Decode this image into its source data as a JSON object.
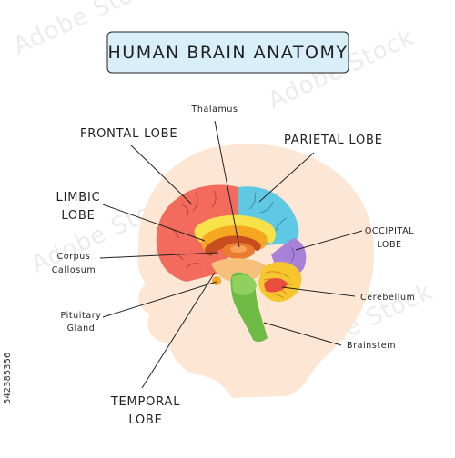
{
  "title": "HUMAN BRAIN ANATOMY",
  "stock_id": "542385356",
  "labels": {
    "frontal_lobe": "FRONTAL LOBE",
    "parietal_lobe": "PARIETAL LOBE",
    "thalamus": "Thalamus",
    "limbic_line1": "LIMBIC",
    "limbic_line2": "LOBE",
    "occipital_line1": "OCCIPITAL",
    "occipital_line2": "LOBE",
    "corpus_line1": "Corpus",
    "corpus_line2": "Callosum",
    "cerebellum": "Cerebellum",
    "pituitary_line1": "Pituitary",
    "pituitary_line2": "Gland",
    "brainstem": "Brainstem",
    "temporal_line1": "TEMPORAL",
    "temporal_line2": "LOBE"
  },
  "colors": {
    "head": "#fde7d4",
    "title_box": "#d8eef9",
    "frontal": "#f36b5d",
    "parietal": "#5fc9e3",
    "occipital": "#a982d8",
    "temporal": "#f7e24a",
    "limbic": "#f5a623",
    "corpus": "#c74d1f",
    "thalamus": "#e97c2f",
    "cerebellum": "#f7c62f",
    "brainstem": "#6dbb44"
  }
}
